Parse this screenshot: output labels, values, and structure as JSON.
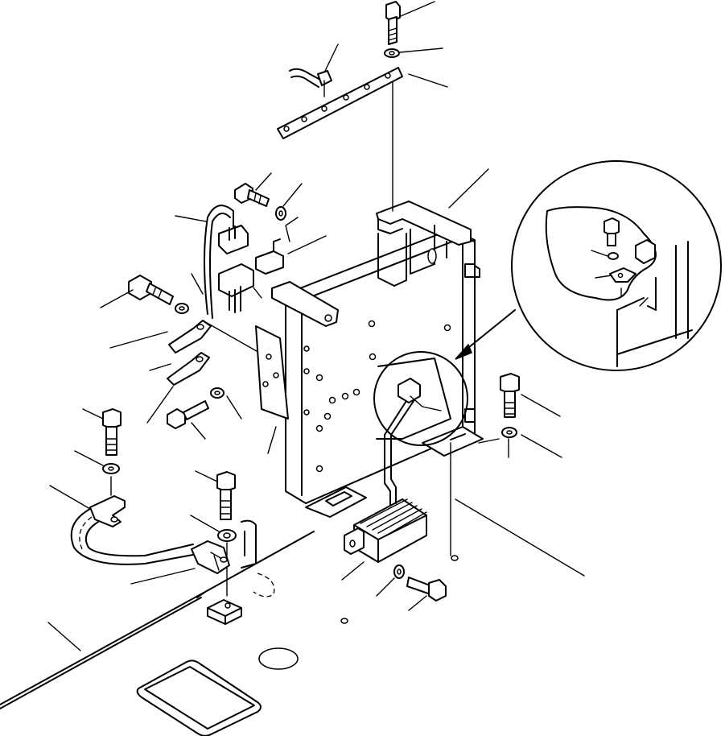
{
  "diagram": {
    "kind": "exploded-parts-illustration",
    "style": "black line art on white",
    "colors": {
      "ink": "#000000",
      "paper": "#ffffff"
    },
    "parts": [
      "bolt",
      "washer",
      "clamp-plate",
      "wire-clamp",
      "bracket",
      "connector",
      "relay",
      "plate",
      "harness",
      "controller",
      "floor-plate",
      "detail-view"
    ],
    "detail_view": {
      "shape": "circle",
      "indicator": "arrow"
    }
  }
}
